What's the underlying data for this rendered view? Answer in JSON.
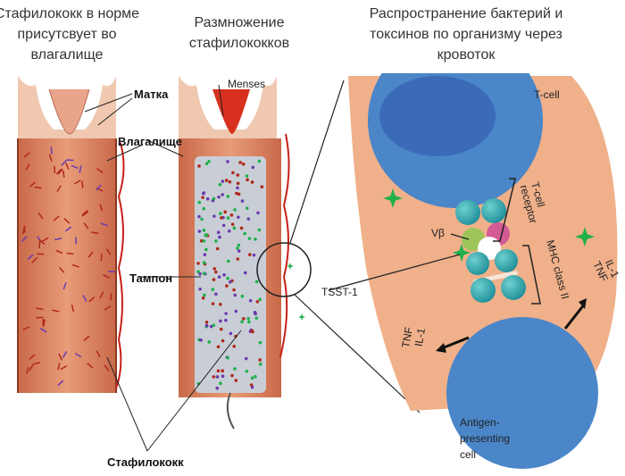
{
  "titles": {
    "left": [
      "Стафилококк в норме",
      "присутсвует во",
      "влагалище"
    ],
    "middle": [
      "Размножение",
      "стафилококков"
    ],
    "right": [
      "Распространение бактерий и",
      "токсинов по организму через",
      "кровоток"
    ]
  },
  "labels": {
    "uterus": "Матка",
    "menses": "Menses",
    "vagina": "Влагалище",
    "tampon": "Тампон",
    "staph": "Стафилококк",
    "tcell": "T-cell",
    "tcell_receptor": [
      "T-cell",
      "receptor"
    ],
    "vbeta": "Vβ",
    "mhc": "MHC class II",
    "tsst": "TSST-1",
    "tnf": "TNF",
    "il1": "IL-1",
    "apc": [
      "Antigen-",
      "presenting",
      "cell"
    ]
  },
  "colors": {
    "tissue": "#e8a07a",
    "vessel": "#c8201a",
    "cell_blue": "#4a86c8",
    "toxin_green": "#1fb04a",
    "tampon": "#c9ced6"
  }
}
